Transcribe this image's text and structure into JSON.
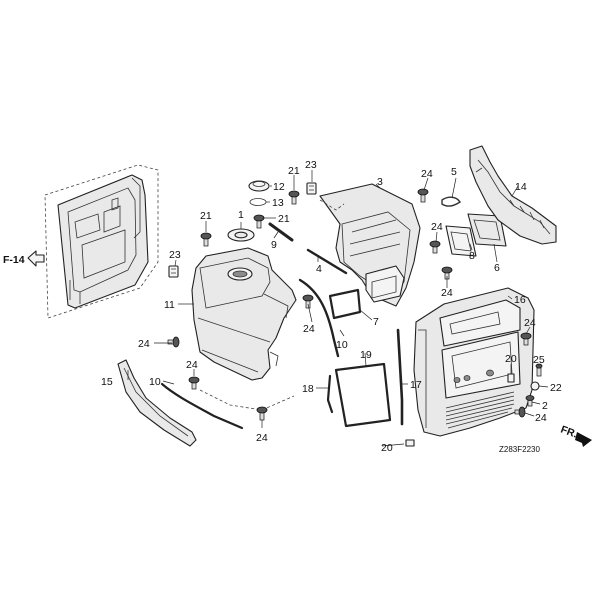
{
  "reference": {
    "label": "F-14"
  },
  "diagram_code": "Z283F2230",
  "direction": {
    "label": "FR."
  },
  "callouts": {
    "c1": "1",
    "c2": "2",
    "c3": "3",
    "c4": "4",
    "c5": "5",
    "c6": "6",
    "c7": "7",
    "c8": "8",
    "c9": "9",
    "c10": "10",
    "c11": "11",
    "c12": "12",
    "c13": "13",
    "c14": "14",
    "c15": "15",
    "c16": "16",
    "c17": "17",
    "c18": "18",
    "c19": "19",
    "c20": "20",
    "c21": "21",
    "c22": "22",
    "c23": "23",
    "c24": "24",
    "c25": "25"
  },
  "colors": {
    "line": "#222222",
    "fill": "#e9e9e9",
    "background": "#ffffff"
  }
}
